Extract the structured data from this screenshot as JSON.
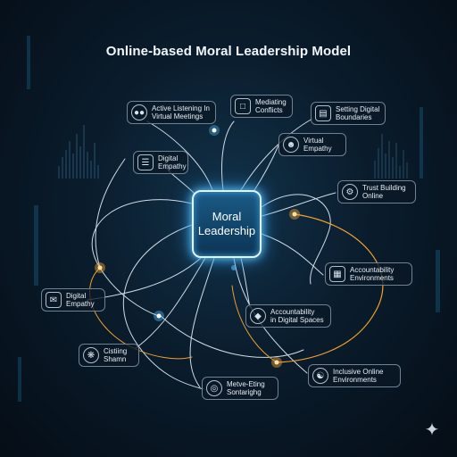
{
  "title": "Online-based Moral Leadership Model",
  "hub": {
    "line1": "Moral",
    "line2": "Leadership"
  },
  "nodes": {
    "active_listening": {
      "line1": "Active Listening In",
      "line2": "Virtual Meetings",
      "icon": "people-icon"
    },
    "mediating": {
      "line1": "Mediating",
      "line2": "Conflicts",
      "icon": "chat-icon"
    },
    "boundaries": {
      "line1": "Setting Digital",
      "line2": "Boundaries",
      "icon": "document-icon"
    },
    "digital_empathy_top": {
      "line1": "Digital",
      "line2": "Empathy",
      "icon": "list-icon"
    },
    "virtual_empathy": {
      "line1": "Virtual",
      "line2": "Empathy",
      "icon": "users-icon"
    },
    "trust": {
      "line1": "Trust Building",
      "line2": "Online",
      "icon": "gear-icon"
    },
    "accountability_env": {
      "line1": "Accountability",
      "line2": "Environments",
      "icon": "panel-icon"
    },
    "digital_empathy_left": {
      "line1": "Digital",
      "line2": "Empathy",
      "icon": "mail-icon"
    },
    "accountability_spaces": {
      "line1": "Accountability",
      "line2": "in Digital Spaces",
      "icon": "shield-icon"
    },
    "cistiing": {
      "line1": "Cistiing",
      "line2": "Shamn",
      "icon": "network-icon"
    },
    "inclusive": {
      "line1": "Inclusive Online",
      "line2": "Environments",
      "icon": "group-icon"
    },
    "metve": {
      "line1": "Metve-Eting",
      "line2": "Sontarighg",
      "icon": "target-icon"
    }
  },
  "colors": {
    "accent_blue": "#5fc4ff",
    "accent_orange": "#f0a030",
    "line": "#cfdbe6"
  },
  "corner_icon": "sparkle-icon"
}
